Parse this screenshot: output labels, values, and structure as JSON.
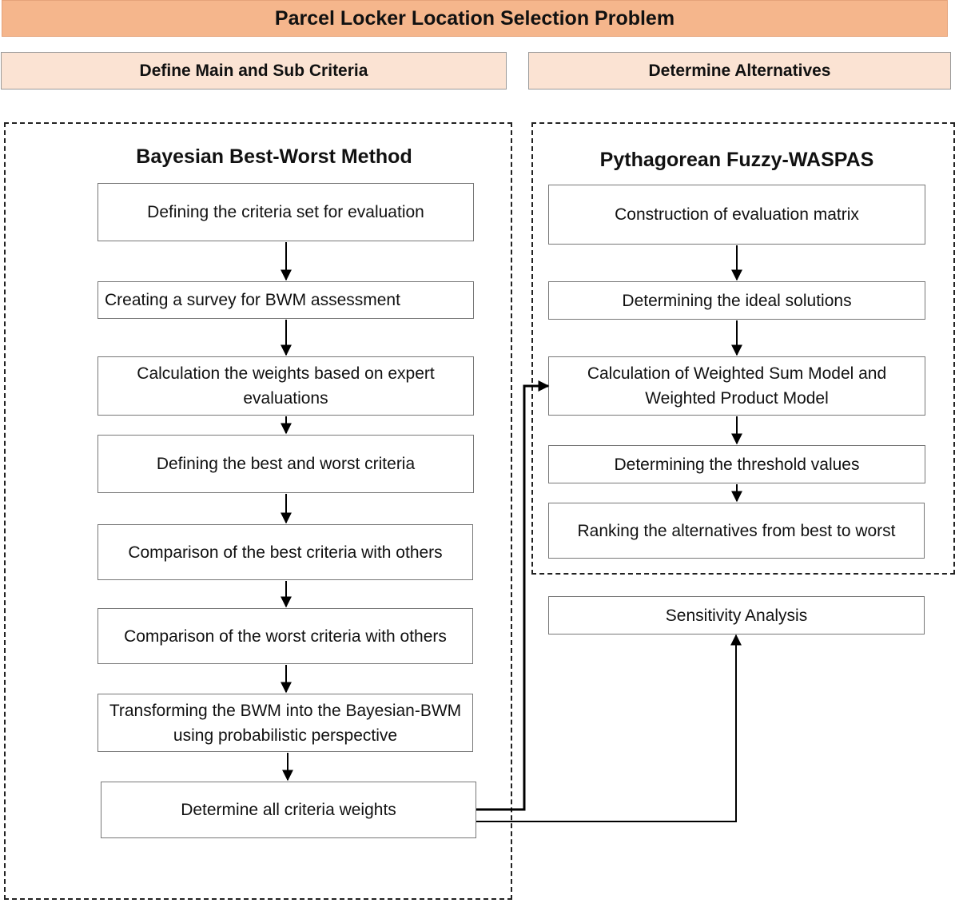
{
  "header": {
    "title": "Parcel Locker Location Selection Problem"
  },
  "subheaders": {
    "criteria": "Define Main and Sub Criteria",
    "alternatives": "Determine Alternatives"
  },
  "bwm": {
    "title": "Bayesian Best-Worst Method",
    "steps": [
      "Defining the criteria set for evaluation",
      "Creating a survey for BWM assessment",
      "Calculation the weights based on expert evaluations",
      "Defining the best and worst criteria",
      "Comparison of the best criteria with others",
      "Comparison of the worst criteria with others",
      "Transforming the BWM into the Bayesian-BWM using probabilistic perspective",
      "Determine all criteria weights"
    ]
  },
  "waspas": {
    "title": "Pythagorean Fuzzy-WASPAS",
    "steps": [
      "Construction of evaluation matrix",
      "Determining the ideal solutions",
      "Calculation of Weighted Sum Model and Weighted Product Model",
      "Determining the threshold values",
      "Ranking the alternatives from best to worst"
    ]
  },
  "sensitivity": {
    "label": "Sensitivity Analysis"
  }
}
